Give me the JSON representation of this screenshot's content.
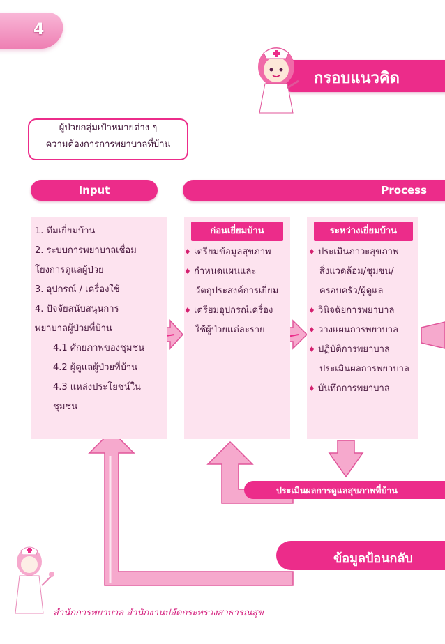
{
  "page_number": "4",
  "header": {
    "title": "กรอบแนวคิด"
  },
  "target_box": {
    "line1": "ผู้ป่วยกลุ่มเป้าหมายต่าง ๆ",
    "line2": "ความต้องการการพยาบาลที่บ้าน"
  },
  "input_label": "Input",
  "process_label": "Process",
  "input_list": [
    "1.  ทีมเยี่ยมบ้าน",
    "2.  ระบบการพยาบาลเชื่อม",
    "     โยงการดูแลผู้ป่วย",
    "3.  อุปกรณ์ / เครื่องใช้",
    "4.  ปัจจัยสนับสนุนการ",
    "     พยาบาลผู้ป่วยที่บ้าน",
    "4.1 ศักยภาพของชุมชน",
    "4.2 ผู้ดูแลผู้ป่วยที่บ้าน",
    "4.3 แหล่งประโยชน์ใน",
    "ชุมชน"
  ],
  "before_visit": {
    "title": "ก่อนเยี่ยมบ้าน",
    "items": [
      {
        "bullet": "♦",
        "text": "เตรียมข้อมูลสุขภาพ"
      },
      {
        "bullet": "♦",
        "text": "กำหนดแผนและ"
      },
      {
        "bullet": "",
        "text": "วัตถุประสงค์การเยี่ยม"
      },
      {
        "bullet": "♦",
        "text": "เตรียมอุปกรณ์เครื่อง"
      },
      {
        "bullet": "",
        "text": "ใช้ผู้ป่วยแต่ละราย"
      }
    ]
  },
  "during_visit": {
    "title": "ระหว่างเยี่ยมบ้าน",
    "items": [
      {
        "bullet": "♦",
        "text": "ประเมินภาวะสุขภาพ"
      },
      {
        "bullet": "",
        "text": "สิ่งแวดล้อม/ชุมชน/"
      },
      {
        "bullet": "",
        "text": "ครอบครัว/ผู้ดูแล"
      },
      {
        "bullet": "♦",
        "text": "วินิจฉัยการพยาบาล"
      },
      {
        "bullet": "♦",
        "text": "วางแผนการพยาบาล"
      },
      {
        "bullet": "♦",
        "text": "ปฏิบัติการพยาบาล"
      },
      {
        "bullet": "",
        "text": "ประเมินผลการพยาบาล"
      },
      {
        "bullet": "♦",
        "text": "บันทึกการพยาบาล"
      }
    ]
  },
  "eval_band": "ประเมินผลการดูแลสุขภาพที่บ้าน",
  "feedback_band": "ข้อมูลป้อนกลับ",
  "footer": "สำนักการพยาบาล  สำนักงานปลัดกระทรวงสาธารณสุข",
  "colors": {
    "magenta": "#ec2c8a",
    "light_pink": "#fde3ef",
    "arrow_pink": "#f6a9cd"
  }
}
